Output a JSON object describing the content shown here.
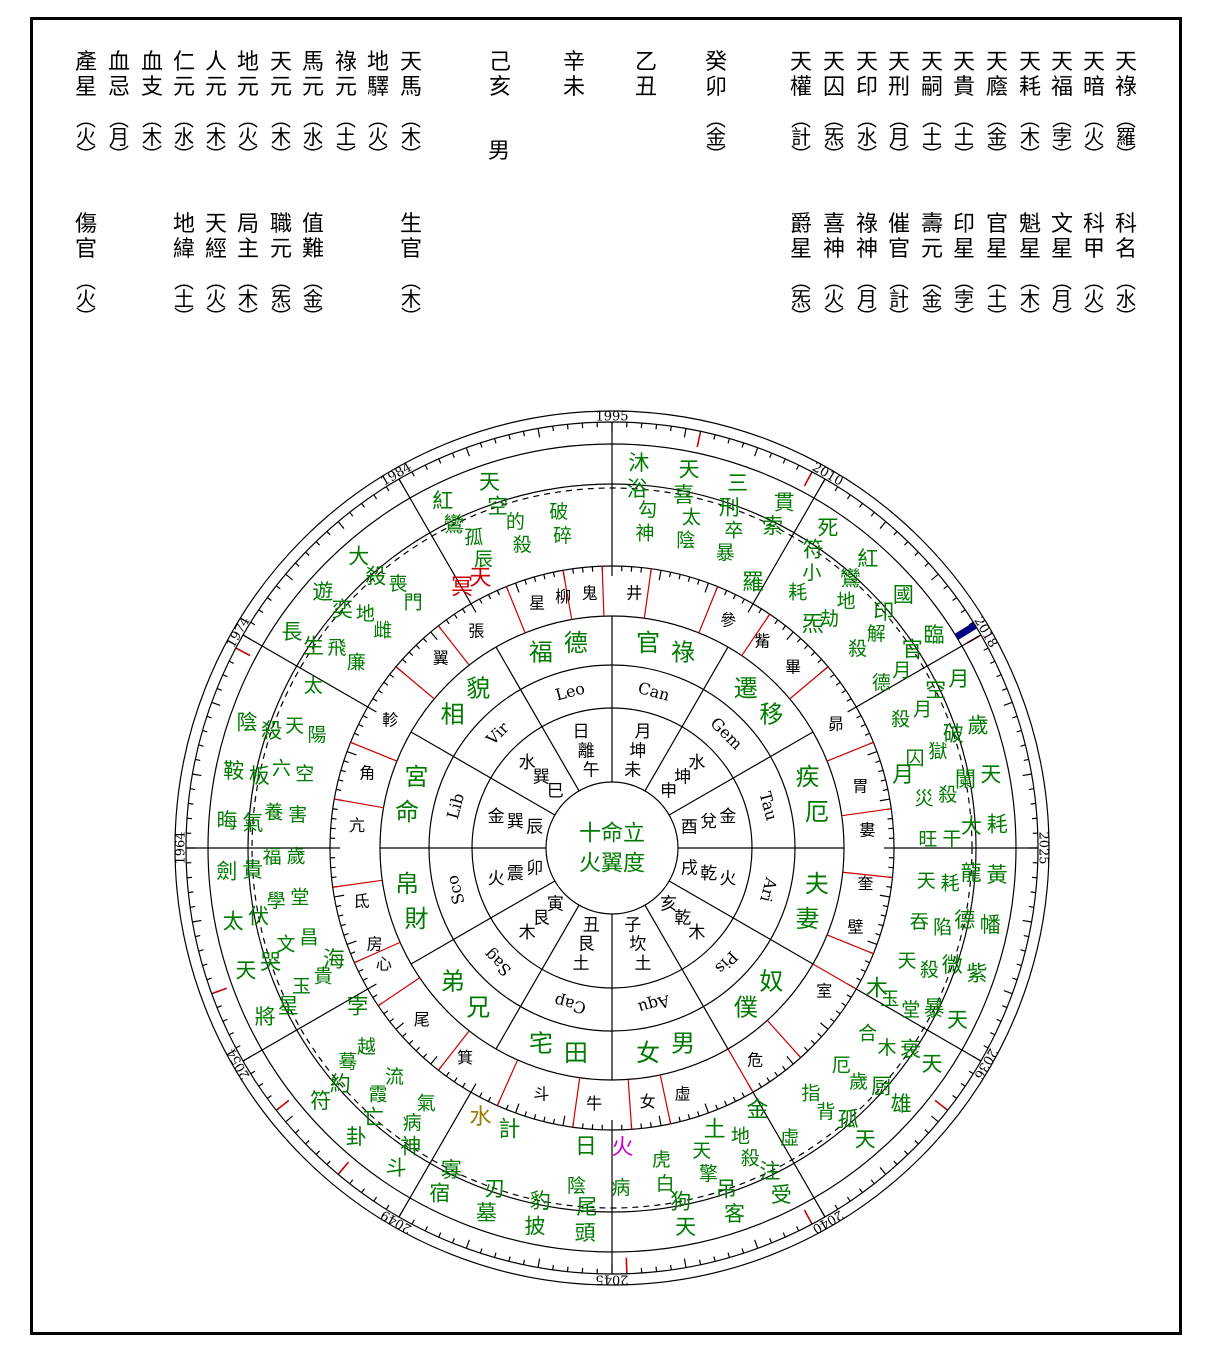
{
  "header": {
    "left_block1": [
      {
        "name": "天馬",
        "star": "木"
      },
      {
        "name": "地驛",
        "star": "火"
      },
      {
        "name": "祿元",
        "star": "土"
      },
      {
        "name": "馬元",
        "star": "水"
      },
      {
        "name": "天元",
        "star": "木"
      },
      {
        "name": "地元",
        "star": "火"
      },
      {
        "name": "人元",
        "star": "木"
      },
      {
        "name": "仁元",
        "star": "水"
      },
      {
        "name": "血支",
        "star": "木"
      },
      {
        "name": "血忌",
        "star": "月"
      },
      {
        "name": "產星",
        "star": "火"
      }
    ],
    "left_block2": [
      {
        "name": "生官",
        "star": "木",
        "slot": 0
      },
      {
        "name": "值難",
        "star": "金",
        "slot": 3
      },
      {
        "name": "職元",
        "star": "炁",
        "slot": 4
      },
      {
        "name": "局主",
        "star": "木",
        "slot": 5
      },
      {
        "name": "天經",
        "star": "火",
        "slot": 6
      },
      {
        "name": "地緯",
        "star": "土",
        "slot": 7
      },
      {
        "name": "傷官",
        "star": "火",
        "slot": 10
      }
    ],
    "pillars": [
      {
        "stem": "己",
        "branch": "亥"
      },
      {
        "stem": "辛",
        "branch": "未"
      },
      {
        "stem": "乙",
        "branch": "丑"
      },
      {
        "stem": "癸",
        "branch": "卯"
      }
    ],
    "gender": "男",
    "pillar_star": "金",
    "right_block1": [
      {
        "name": "天祿",
        "star": "羅"
      },
      {
        "name": "天暗",
        "star": "火"
      },
      {
        "name": "天福",
        "star": "孛"
      },
      {
        "name": "天耗",
        "star": "木"
      },
      {
        "name": "天廕",
        "star": "金"
      },
      {
        "name": "天貴",
        "star": "土"
      },
      {
        "name": "天嗣",
        "star": "土"
      },
      {
        "name": "天刑",
        "star": "月"
      },
      {
        "name": "天印",
        "star": "水"
      },
      {
        "name": "天囚",
        "star": "炁"
      },
      {
        "name": "天權",
        "star": "計"
      }
    ],
    "right_block2": [
      {
        "name": "科名",
        "star": "水"
      },
      {
        "name": "科甲",
        "star": "火"
      },
      {
        "name": "文星",
        "star": "月"
      },
      {
        "name": "魁星",
        "star": "木"
      },
      {
        "name": "官星",
        "star": "土"
      },
      {
        "name": "印星",
        "star": "孛"
      },
      {
        "name": "壽元",
        "star": "金"
      },
      {
        "name": "催官",
        "star": "計"
      },
      {
        "name": "祿神",
        "star": "月"
      },
      {
        "name": "喜神",
        "star": "火"
      },
      {
        "name": "爵星",
        "star": "炁"
      }
    ]
  },
  "wheel": {
    "center": "立命十度翼火",
    "years": [
      {
        "year": "1995",
        "angle": 0
      },
      {
        "year": "2010",
        "angle": 30
      },
      {
        "year": "2018",
        "angle": 60
      },
      {
        "year": "2025",
        "angle": 90
      },
      {
        "year": "2036",
        "angle": 120
      },
      {
        "year": "2040",
        "angle": 150
      },
      {
        "year": "2045",
        "angle": 180
      },
      {
        "year": "2049",
        "angle": 210
      },
      {
        "year": "2054",
        "angle": 240
      },
      {
        "year": "1964",
        "angle": 270
      },
      {
        "year": "1974",
        "angle": 300
      },
      {
        "year": "1984",
        "angle": 330
      }
    ],
    "mansions": [
      {
        "name": "井",
        "angle": 5
      },
      {
        "name": "參",
        "angle": 27
      },
      {
        "name": "觜",
        "angle": 36
      },
      {
        "name": "畢",
        "angle": 45
      },
      {
        "name": "昴",
        "angle": 61
      },
      {
        "name": "胃",
        "angle": 76
      },
      {
        "name": "婁",
        "angle": 86
      },
      {
        "name": "奎",
        "angle": 98
      },
      {
        "name": "壁",
        "angle": 108
      },
      {
        "name": "室",
        "angle": 124
      },
      {
        "name": "危",
        "angle": 146
      },
      {
        "name": "虛",
        "angle": 164
      },
      {
        "name": "女",
        "angle": 172
      },
      {
        "name": "牛",
        "angle": 184
      },
      {
        "name": "斗",
        "angle": 196
      },
      {
        "name": "箕",
        "angle": 215
      },
      {
        "name": "尾",
        "angle": 228
      },
      {
        "name": "心",
        "angle": 243
      },
      {
        "name": "房",
        "angle": 248
      },
      {
        "name": "氐",
        "angle": 258
      },
      {
        "name": "亢",
        "angle": 275
      },
      {
        "name": "角",
        "angle": 287
      },
      {
        "name": "軫",
        "angle": 300
      },
      {
        "name": "翼",
        "angle": 318
      },
      {
        "name": "張",
        "angle": 328
      },
      {
        "name": "星",
        "angle": 343
      },
      {
        "name": "柳",
        "angle": 349
      },
      {
        "name": "鬼",
        "angle": 355
      }
    ],
    "houses": [
      {
        "name": "官祿",
        "angle": 15
      },
      {
        "name": "遷移",
        "angle": 45
      },
      {
        "name": "疾厄",
        "angle": 75
      },
      {
        "name": "夫妻",
        "angle": 105
      },
      {
        "name": "奴僕",
        "angle": 135
      },
      {
        "name": "男女",
        "angle": 165
      },
      {
        "name": "田宅",
        "angle": 195
      },
      {
        "name": "兄弟",
        "angle": 225
      },
      {
        "name": "財帛",
        "angle": 255
      },
      {
        "name": "命宮",
        "angle": 285
      },
      {
        "name": "相貌",
        "angle": 315
      },
      {
        "name": "福德",
        "angle": 345
      }
    ],
    "signs": [
      {
        "name": "Can",
        "angle": 15
      },
      {
        "name": "Gem",
        "angle": 45
      },
      {
        "name": "Tau",
        "angle": 75
      },
      {
        "name": "Ari",
        "angle": 105
      },
      {
        "name": "Pis",
        "angle": 135
      },
      {
        "name": "Aqu",
        "angle": 165
      },
      {
        "name": "Cap",
        "angle": 195
      },
      {
        "name": "Sag",
        "angle": 225
      },
      {
        "name": "Sco",
        "angle": 255
      },
      {
        "name": "Lib",
        "angle": 285
      },
      {
        "name": "Vir",
        "angle": 315
      },
      {
        "name": "Leo",
        "angle": 345
      }
    ],
    "inner": [
      {
        "outer": "月",
        "mid": "坤",
        "inner": "未",
        "angle": 15
      },
      {
        "outer": "水",
        "mid": "坤",
        "inner": "申",
        "angle": 45
      },
      {
        "outer": "金",
        "mid": "兌",
        "inner": "酉",
        "angle": 75
      },
      {
        "outer": "火",
        "mid": "乾",
        "inner": "戌",
        "angle": 105
      },
      {
        "outer": "木",
        "mid": "乾",
        "inner": "亥",
        "angle": 135
      },
      {
        "outer": "土",
        "mid": "坎",
        "inner": "子",
        "angle": 165
      },
      {
        "outer": "土",
        "mid": "艮",
        "inner": "丑",
        "angle": 195
      },
      {
        "outer": "木",
        "mid": "艮",
        "inner": "寅",
        "angle": 225
      },
      {
        "outer": "火",
        "mid": "震",
        "inner": "卯",
        "angle": 255
      },
      {
        "outer": "金",
        "mid": "巽",
        "inner": "辰",
        "angle": 285
      },
      {
        "outer": "水",
        "mid": "巽",
        "inner": "巳",
        "angle": 315
      },
      {
        "outer": "日",
        "mid": "離",
        "inner": "午",
        "angle": 345
      }
    ],
    "planets": [
      {
        "name": "羅",
        "angle": 28,
        "color": "#007a00"
      },
      {
        "name": "炁",
        "angle": 42,
        "color": "#007a00"
      },
      {
        "name": "月",
        "angle": 76,
        "color": "#007a00"
      },
      {
        "name": "木",
        "angle": 118,
        "color": "#007a00"
      },
      {
        "name": "金",
        "angle": 151,
        "color": "#007a00"
      },
      {
        "name": "土",
        "angle": 160,
        "color": "#007a00"
      },
      {
        "name": "火",
        "angle": 178,
        "color": "#cc00cc"
      },
      {
        "name": "日",
        "angle": 185,
        "color": "#007a00"
      },
      {
        "name": "計",
        "angle": 200,
        "color": "#007a00"
      },
      {
        "name": "水",
        "angle": 206,
        "color": "#9a7a00"
      },
      {
        "name": "孛",
        "angle": 238,
        "color": "#007a00"
      },
      {
        "name": "海",
        "angle": 248,
        "color": "#007a00"
      },
      {
        "name": "冥",
        "angle": 330,
        "color": "#cc0000"
      },
      {
        "name": "天",
        "angle": 334,
        "color": "#cc0000"
      }
    ],
    "sectors": [
      {
        "angle": 15,
        "outer": [
          "沐浴",
          "天喜",
          "三刑",
          "貫索"
        ],
        "inner": [
          "勾神",
          "太陰",
          "卒暴"
        ]
      },
      {
        "angle": 45,
        "outer": [
          "死符",
          "紅鸞",
          "國印",
          "臨官"
        ],
        "inner": [
          "小耗",
          "地劫",
          "解殺",
          "月德"
        ]
      },
      {
        "angle": 75,
        "outer": [
          "月空",
          "歲破",
          "天闌",
          "耗大"
        ],
        "inner": [
          "月殺",
          "獄囚",
          "殺災",
          "干旺"
        ]
      },
      {
        "angle": 105,
        "outer": [
          "黃龍",
          "幡德",
          "紫微",
          "天暴"
        ],
        "inner": [
          "耗天",
          "陷吞",
          "殺天",
          "堂玉"
        ]
      },
      {
        "angle": 135,
        "outer": [
          "天衰",
          "雄厨",
          "天孤"
        ],
        "inner": [
          "木合",
          "歲厄",
          "背指",
          "虛"
        ]
      },
      {
        "angle": 165,
        "outer": [
          "受注",
          "客吊",
          "天狗"
        ],
        "inner": [
          "殺地",
          "擎天",
          "白虎",
          "病"
        ]
      },
      {
        "angle": 195,
        "outer": [
          "頭尾",
          "披豹",
          "墓刃",
          "宿寡"
        ],
        "inner": [
          "陰"
        ]
      },
      {
        "angle": 225,
        "outer": [
          "斗神",
          "卦亡",
          "符約"
        ],
        "inner": [
          "病氣",
          "霞流",
          "蓦越"
        ]
      },
      {
        "angle": 255,
        "outer": [
          "將星",
          "天哭",
          "太伏",
          "劍貴"
        ],
        "inner": [
          "玉貴",
          "文昌",
          "學堂",
          "福歲"
        ]
      },
      {
        "angle": 285,
        "outer": [
          "晦氣",
          "鞍板",
          "陰殺"
        ],
        "inner": [
          "養害",
          "六空",
          "天陽",
          "太"
        ]
      },
      {
        "angle": 315,
        "outer": [
          "長生",
          "遊奕",
          "大殺"
        ],
        "inner": [
          "飛廉",
          "地雌",
          "喪門"
        ]
      },
      {
        "angle": 345,
        "outer": [
          "紅鸞",
          "天空"
        ],
        "inner": [
          "孤辰",
          "的殺",
          "破碎"
        ]
      }
    ]
  }
}
